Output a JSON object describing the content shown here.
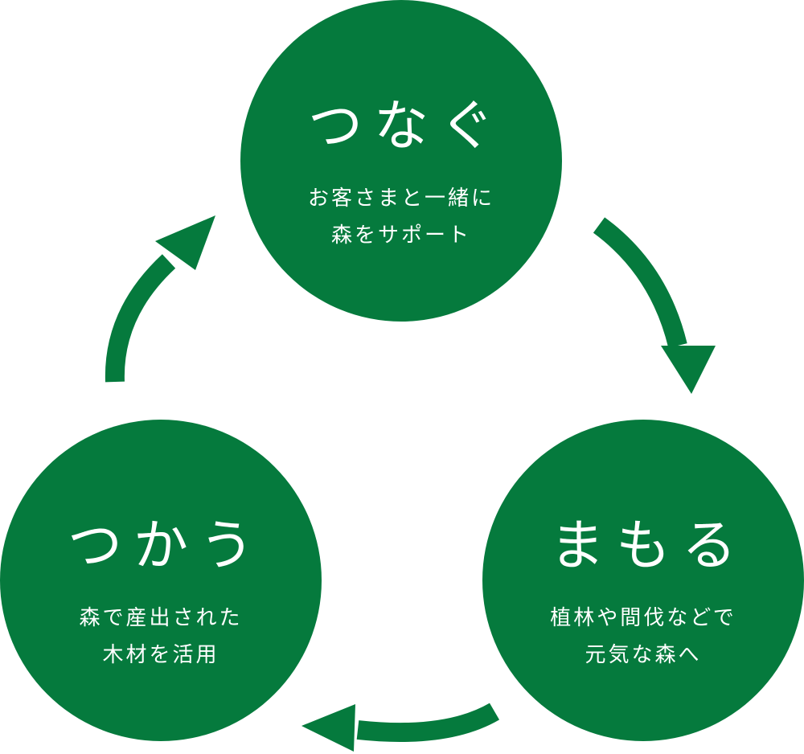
{
  "colors": {
    "green": "#057a3d",
    "text": "#ffffff",
    "background": "#ffffff"
  },
  "cycle": [
    {
      "id": "tsunagu",
      "title": "つなぐ",
      "description_lines": [
        "お客さまと一緒に",
        "森をサポート"
      ]
    },
    {
      "id": "mamoru",
      "title": "まもる",
      "description_lines": [
        "植林や間伐などで",
        "元気な森へ"
      ]
    },
    {
      "id": "tsukau",
      "title": "つかう",
      "description_lines": [
        "森で産出された",
        "木材を活用"
      ]
    }
  ],
  "arrows": [
    {
      "from": "tsunagu",
      "to": "mamoru",
      "icon": "curved-arrow-icon"
    },
    {
      "from": "mamoru",
      "to": "tsukau",
      "icon": "curved-arrow-icon"
    },
    {
      "from": "tsukau",
      "to": "tsunagu",
      "icon": "curved-arrow-icon"
    }
  ]
}
